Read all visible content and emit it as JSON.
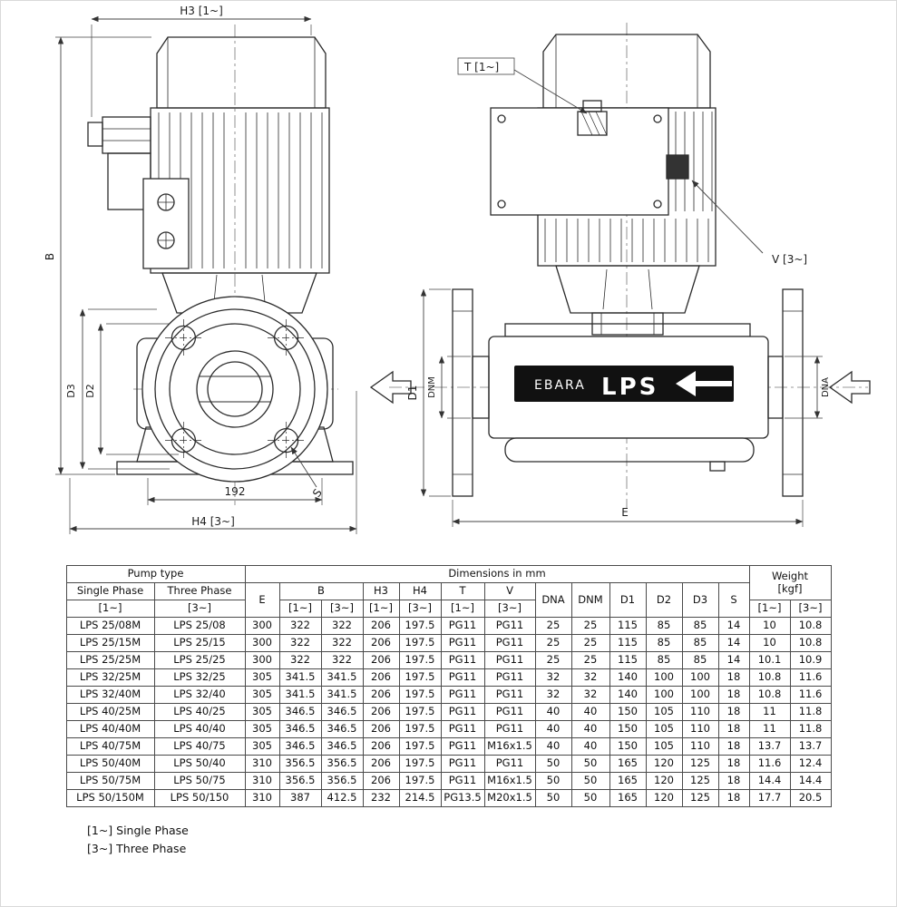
{
  "drawing": {
    "front": {
      "h3": "H3 [1~]",
      "b": "B",
      "d3": "D3",
      "d2": "D2",
      "w192": "192",
      "h4": "H4 [3~]",
      "s": "S"
    },
    "side": {
      "t": "T [1~]",
      "v": "V [3~]",
      "d1": "D1",
      "dnm": "DNM",
      "dna": "DNA",
      "e": "E",
      "brand": "EBARA",
      "model": "LPS"
    }
  },
  "table": {
    "header": {
      "pump_type": "Pump type",
      "dimensions": "Dimensions in mm",
      "weight": "Weight",
      "weight_unit": "[kgf]",
      "single_phase": "Single Phase",
      "three_phase": "Three Phase",
      "e": "E",
      "b": "B",
      "h3": "H3",
      "h4": "H4",
      "t": "T",
      "v": "V",
      "dna": "DNA",
      "dnm": "DNM",
      "d1": "D1",
      "d2": "D2",
      "d3": "D3",
      "s": "S",
      "one": "[1~]",
      "three": "[3~]"
    },
    "rows": [
      [
        "LPS 25/08M",
        "LPS 25/08",
        "300",
        "322",
        "322",
        "206",
        "197.5",
        "PG11",
        "PG11",
        "25",
        "25",
        "115",
        "85",
        "85",
        "14",
        "10",
        "10.8"
      ],
      [
        "LPS 25/15M",
        "LPS 25/15",
        "300",
        "322",
        "322",
        "206",
        "197.5",
        "PG11",
        "PG11",
        "25",
        "25",
        "115",
        "85",
        "85",
        "14",
        "10",
        "10.8"
      ],
      [
        "LPS 25/25M",
        "LPS 25/25",
        "300",
        "322",
        "322",
        "206",
        "197.5",
        "PG11",
        "PG11",
        "25",
        "25",
        "115",
        "85",
        "85",
        "14",
        "10.1",
        "10.9"
      ],
      [
        "LPS 32/25M",
        "LPS 32/25",
        "305",
        "341.5",
        "341.5",
        "206",
        "197.5",
        "PG11",
        "PG11",
        "32",
        "32",
        "140",
        "100",
        "100",
        "18",
        "10.8",
        "11.6"
      ],
      [
        "LPS 32/40M",
        "LPS 32/40",
        "305",
        "341.5",
        "341.5",
        "206",
        "197.5",
        "PG11",
        "PG11",
        "32",
        "32",
        "140",
        "100",
        "100",
        "18",
        "10.8",
        "11.6"
      ],
      [
        "LPS 40/25M",
        "LPS 40/25",
        "305",
        "346.5",
        "346.5",
        "206",
        "197.5",
        "PG11",
        "PG11",
        "40",
        "40",
        "150",
        "105",
        "110",
        "18",
        "11",
        "11.8"
      ],
      [
        "LPS 40/40M",
        "LPS 40/40",
        "305",
        "346.5",
        "346.5",
        "206",
        "197.5",
        "PG11",
        "PG11",
        "40",
        "40",
        "150",
        "105",
        "110",
        "18",
        "11",
        "11.8"
      ],
      [
        "LPS 40/75M",
        "LPS 40/75",
        "305",
        "346.5",
        "346.5",
        "206",
        "197.5",
        "PG11",
        "M16x1.5",
        "40",
        "40",
        "150",
        "105",
        "110",
        "18",
        "13.7",
        "13.7"
      ],
      [
        "LPS 50/40M",
        "LPS 50/40",
        "310",
        "356.5",
        "356.5",
        "206",
        "197.5",
        "PG11",
        "PG11",
        "50",
        "50",
        "165",
        "120",
        "125",
        "18",
        "11.6",
        "12.4"
      ],
      [
        "LPS 50/75M",
        "LPS 50/75",
        "310",
        "356.5",
        "356.5",
        "206",
        "197.5",
        "PG11",
        "M16x1.5",
        "50",
        "50",
        "165",
        "120",
        "125",
        "18",
        "14.4",
        "14.4"
      ],
      [
        "LPS 50/150M",
        "LPS 50/150",
        "310",
        "387",
        "412.5",
        "232",
        "214.5",
        "PG13.5",
        "M20x1.5",
        "50",
        "50",
        "165",
        "120",
        "125",
        "18",
        "17.7",
        "20.5"
      ]
    ]
  },
  "footnotes": [
    "[1~] Single Phase",
    "[3~] Three Phase"
  ]
}
